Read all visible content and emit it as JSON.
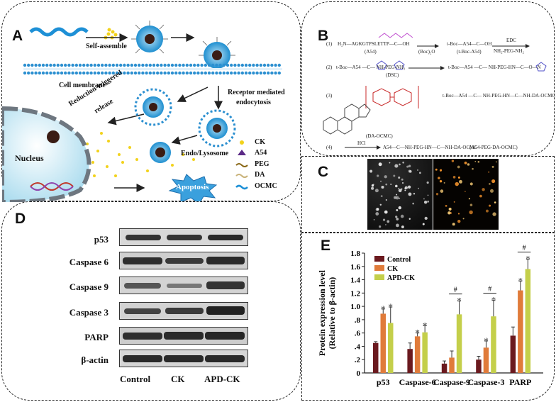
{
  "panels": {
    "A": {
      "label": "A",
      "self_assemble": "Self-assemble",
      "cell_membrane": "Cell membrane",
      "receptor": "Receptor mediated endocytosis",
      "receptor_line1": "Receptor mediated",
      "receptor_line2": "endocytosis",
      "reduction": "Reduction-triggered release",
      "reduction_line1": "Reduction-triggered",
      "reduction_line2": "release",
      "endo": "Endo/Lysosome",
      "nucleus": "Nucleus",
      "apoptosis": "Apoptosis",
      "legend": [
        {
          "label": "CK",
          "icon": "ck-dot-icon",
          "color": "#f2d21b"
        },
        {
          "label": "A54",
          "icon": "a54-triangle-icon",
          "color": "#5b2a86"
        },
        {
          "label": "PEG",
          "icon": "peg-line-icon",
          "color": "#8b6a1a"
        },
        {
          "label": "DA",
          "icon": "da-line-icon",
          "color": "#c9b37a"
        },
        {
          "label": "OCMC",
          "icon": "ocmc-wave-icon",
          "color": "#1e90d6"
        }
      ]
    },
    "B": {
      "label": "B",
      "step1": {
        "num": "(1)",
        "reactant": "H₂N—AGKGTPSLETTP—C—OH",
        "reactant_sub": "(A54)",
        "reagent": "(Boc)₂O",
        "product": "t-Boc—A54—C—OH",
        "product_sub": "(t-Boc-A54)",
        "cond1": "EDC",
        "cond2": "NH₂-PEG-NH₂"
      },
      "step2": {
        "num": "(2)",
        "reactant": "t-Boc—A54 —C— NH-PEG-NH₂",
        "reagent": "(DSC)",
        "product": "t-Boc—A54 —C— NH-PEG-HN—C—O—N"
      },
      "step3": {
        "num": "(3)",
        "reactant_sub": "(DA-OCMC)",
        "product": "t-Boc—A54 —C— NH-PEG-HN—C—NH-DA-OCMC"
      },
      "step4": {
        "num": "(4)",
        "reagent": "HCl",
        "product": "A54—C—NH-PEG-HN—C—NH-DA-OCMC",
        "product_sub": "(A54-PEG-DA-OCMC)"
      }
    },
    "C": {
      "label": "C"
    },
    "D": {
      "label": "D",
      "rows": [
        "p53",
        "Caspase 6",
        "Caspase 9",
        "Caspase 3",
        "PARP",
        "β-actin"
      ],
      "lanes": [
        "Control",
        "CK",
        "APD-CK"
      ]
    },
    "E": {
      "label": "E"
    }
  },
  "chart_data": {
    "type": "bar",
    "ylabel": "Protein expression level (Relative to β-actin)",
    "ylabel_line1": "Protein expression level",
    "ylabel_line2": "(Relative to β-actin)",
    "ylim": [
      0,
      1.8
    ],
    "yticks": [
      "0",
      ".2",
      ".4",
      ".6",
      ".8",
      "1.0",
      "1.2",
      "1.4",
      "1.6",
      "1.8"
    ],
    "categories": [
      "p53",
      "Caspase-6",
      "Caspase-9",
      "Caspase-3",
      "PARP"
    ],
    "series": [
      {
        "name": "Control",
        "color": "#6b1a1f",
        "values": [
          0.45,
          0.36,
          0.14,
          0.2,
          0.56
        ],
        "errors": [
          0.02,
          0.09,
          0.04,
          0.05,
          0.13
        ]
      },
      {
        "name": "CK",
        "color": "#e07b3a",
        "values": [
          0.89,
          0.55,
          0.23,
          0.38,
          1.24
        ],
        "errors": [
          0.07,
          0.05,
          0.1,
          0.1,
          0.14
        ]
      },
      {
        "name": "APD-CK",
        "color": "#c4cf4a",
        "values": [
          0.75,
          0.61,
          0.88,
          0.85,
          1.56
        ],
        "errors": [
          0.24,
          0.1,
          0.2,
          0.24,
          0.15
        ]
      }
    ],
    "stars": [
      [
        false,
        true,
        true
      ],
      [
        false,
        true,
        true
      ],
      [
        false,
        false,
        true
      ],
      [
        false,
        true,
        true
      ],
      [
        false,
        true,
        true
      ]
    ],
    "star_symbol": "*",
    "hash_symbol": "#",
    "hash_brackets": [
      {
        "category": 2,
        "from": 1,
        "to": 2
      },
      {
        "category": 3,
        "from": 1,
        "to": 2
      },
      {
        "category": 4,
        "from": 1,
        "to": 2
      }
    ],
    "legend_placement": "top-left"
  }
}
